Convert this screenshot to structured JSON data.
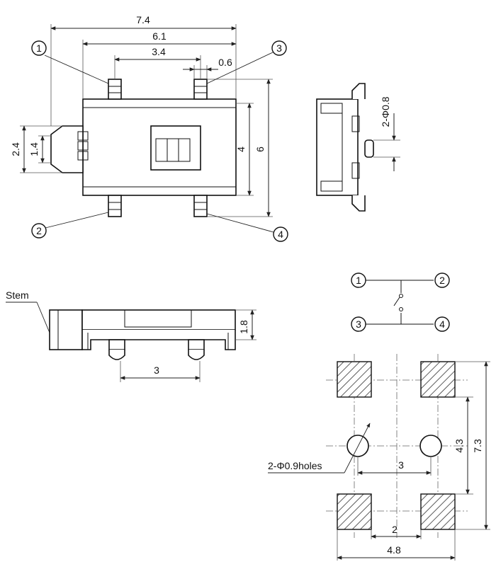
{
  "dims": {
    "overall_width": "7.4",
    "body_width": "6.1",
    "pin_span": "3.4",
    "pin_width": "0.6",
    "stem_height": "2.4",
    "stem_inner": "1.4",
    "body_height": "4",
    "overall_height": "6",
    "side_post": "2-Φ0.8",
    "thickness": "1.8",
    "post_pitch": "3",
    "hole_pitch": "3",
    "pad_gap": "2",
    "pad_span_x": "4.8",
    "pad_span_inner": "4.3",
    "pad_span_outer": "7.3"
  },
  "labels": {
    "stem": "Stem",
    "holes": "2-Φ0.9holes"
  },
  "pins": [
    "1",
    "2",
    "3",
    "4"
  ]
}
